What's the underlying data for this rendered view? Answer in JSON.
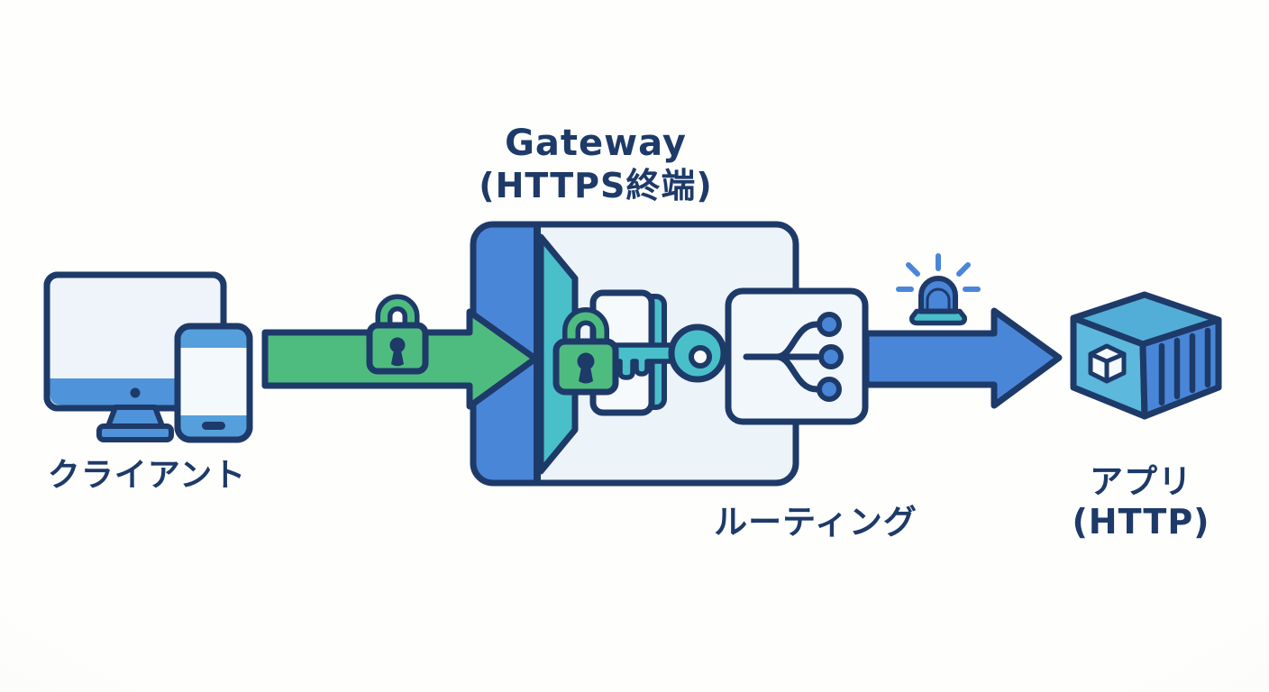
{
  "diagram": {
    "gateway": {
      "title_line1": "Gateway",
      "title_line2": "(HTTPS終端)"
    },
    "client": {
      "label": "クライアント"
    },
    "routing": {
      "label": "ルーティング"
    },
    "app": {
      "label_line1": "アプリ",
      "label_line2": "(HTTP)"
    },
    "icons": {
      "client": "desktop-and-smartphone-icon",
      "https_flow": "padlock-icon",
      "gateway_entry": "funnel-icon",
      "tls_termination": "padlock-and-key-icon",
      "routing": "branch-fanout-icon",
      "http_flow": "siren-icon",
      "app": "container-cube-icon"
    },
    "colors": {
      "outline": "#1d3a69",
      "text": "#1d3a69",
      "blue": "#4a86d8",
      "device_blue": "#4f93da",
      "green": "#4fbc7f",
      "teal": "#49bfc9",
      "panel": "#ecf3f9",
      "panel_white": "#f6fafc",
      "cube_top": "#52aed6",
      "cube_left": "#5cb8dc",
      "background": "#fdfdfc"
    }
  }
}
